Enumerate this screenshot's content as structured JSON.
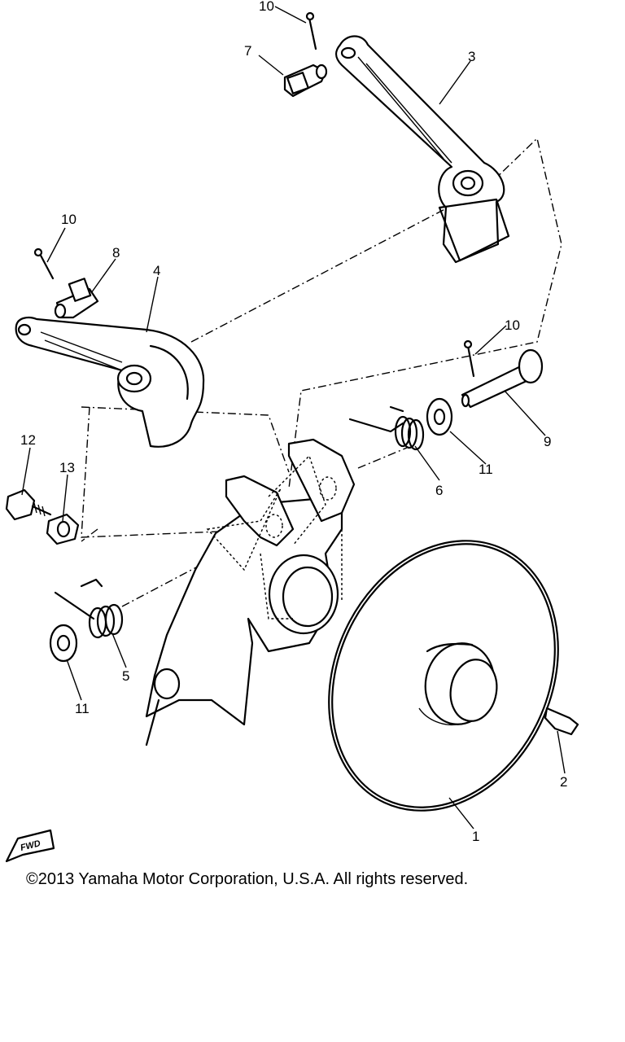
{
  "callouts": [
    {
      "id": "1",
      "text": "1"
    },
    {
      "id": "2",
      "text": "2"
    },
    {
      "id": "3",
      "text": "3"
    },
    {
      "id": "4",
      "text": "4"
    },
    {
      "id": "5",
      "text": "5"
    },
    {
      "id": "6",
      "text": "6"
    },
    {
      "id": "7",
      "text": "7"
    },
    {
      "id": "8",
      "text": "8"
    },
    {
      "id": "9",
      "text": "9"
    },
    {
      "id": "10a",
      "text": "10"
    },
    {
      "id": "10b",
      "text": "10"
    },
    {
      "id": "10c",
      "text": "10"
    },
    {
      "id": "11a",
      "text": "11"
    },
    {
      "id": "11b",
      "text": "11"
    },
    {
      "id": "12",
      "text": "12"
    },
    {
      "id": "13",
      "text": "13"
    }
  ],
  "fwd_marker": "FWD",
  "copyright": "©2013 Yamaha Motor Corporation, U.S.A. All rights reserved."
}
